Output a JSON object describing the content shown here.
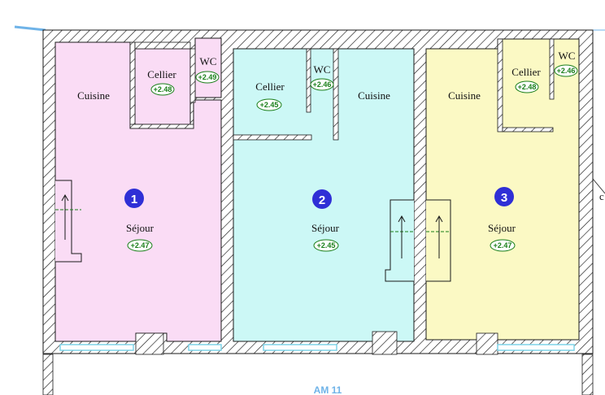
{
  "colors": {
    "unit1_fill": "#fadcf5",
    "unit2_fill": "#ccf8f6",
    "unit3_fill": "#fbf9c4",
    "badge": "#2f2fd6",
    "elevation": "#1a7f1a",
    "wall": "#1a1a1a",
    "window": "#7fd4e8",
    "footer": "#6fb3e8"
  },
  "units": [
    {
      "number": "1",
      "rooms": [
        {
          "name": "Cuisine",
          "elevation": ""
        },
        {
          "name": "Cellier",
          "elevation": "+2.48"
        },
        {
          "name": "WC",
          "elevation": "+2.49"
        },
        {
          "name": "Séjour",
          "elevation": "+2.47"
        }
      ]
    },
    {
      "number": "2",
      "rooms": [
        {
          "name": "Cellier",
          "elevation": "+2.45"
        },
        {
          "name": "WC",
          "elevation": "+2.46"
        },
        {
          "name": "Cuisine",
          "elevation": ""
        },
        {
          "name": "Séjour",
          "elevation": "+2.45"
        }
      ]
    },
    {
      "number": "3",
      "rooms": [
        {
          "name": "Cuisine",
          "elevation": ""
        },
        {
          "name": "Cellier",
          "elevation": "+2.48"
        },
        {
          "name": "WC",
          "elevation": "+2.46"
        },
        {
          "name": "Séjour",
          "elevation": "+2.47"
        }
      ]
    }
  ],
  "edge_letter": "c",
  "footer_label": "AM 11"
}
